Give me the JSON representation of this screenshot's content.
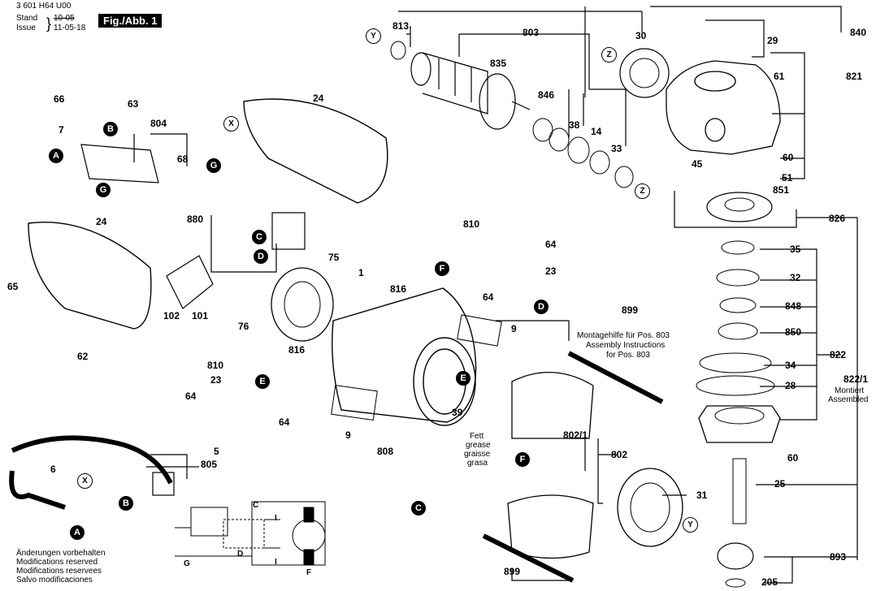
{
  "header": {
    "part_number": "3 601 H64 U00",
    "stand_label": "Stand",
    "issue_label": "Issue",
    "stand_struck": "10-05",
    "issue_date": "11-05-18",
    "figure": "Fig./Abb. 1"
  },
  "callouts": [
    "813",
    "803",
    "30",
    "840",
    "29",
    "821",
    "835",
    "61",
    "846",
    "38",
    "14",
    "33",
    "60",
    "51",
    "851",
    "45",
    "826",
    "24",
    "66",
    "63",
    "7",
    "804",
    "68",
    "880",
    "65",
    "102",
    "101",
    "810",
    "64",
    "23",
    "816",
    "75",
    "1",
    "76",
    "62",
    "9",
    "899",
    "35",
    "32",
    "848",
    "850",
    "34",
    "28",
    "822",
    "822/1",
    "25",
    "5",
    "805",
    "6",
    "808",
    "39",
    "802/1",
    "802",
    "31",
    "893",
    "205"
  ],
  "notes": {
    "assembly_help": [
      "Montagehilfe für Pos. 803",
      "Assembly Instructions",
      "for Pos. 803"
    ],
    "grease": [
      "Fett",
      "grease",
      "graisse",
      "grasa"
    ],
    "assembled": [
      "Montiert",
      "Assembled"
    ]
  },
  "markers": [
    "Y",
    "Z",
    "X",
    "A",
    "B",
    "C",
    "D",
    "E",
    "F",
    "G"
  ],
  "circuit_labels": [
    "C",
    "I",
    "I",
    "D",
    "G",
    "F"
  ],
  "footer": [
    "Änderungen vorbehalten",
    "Modifications reserved",
    "Modifications reservees",
    "Salvo modificaciones"
  ]
}
